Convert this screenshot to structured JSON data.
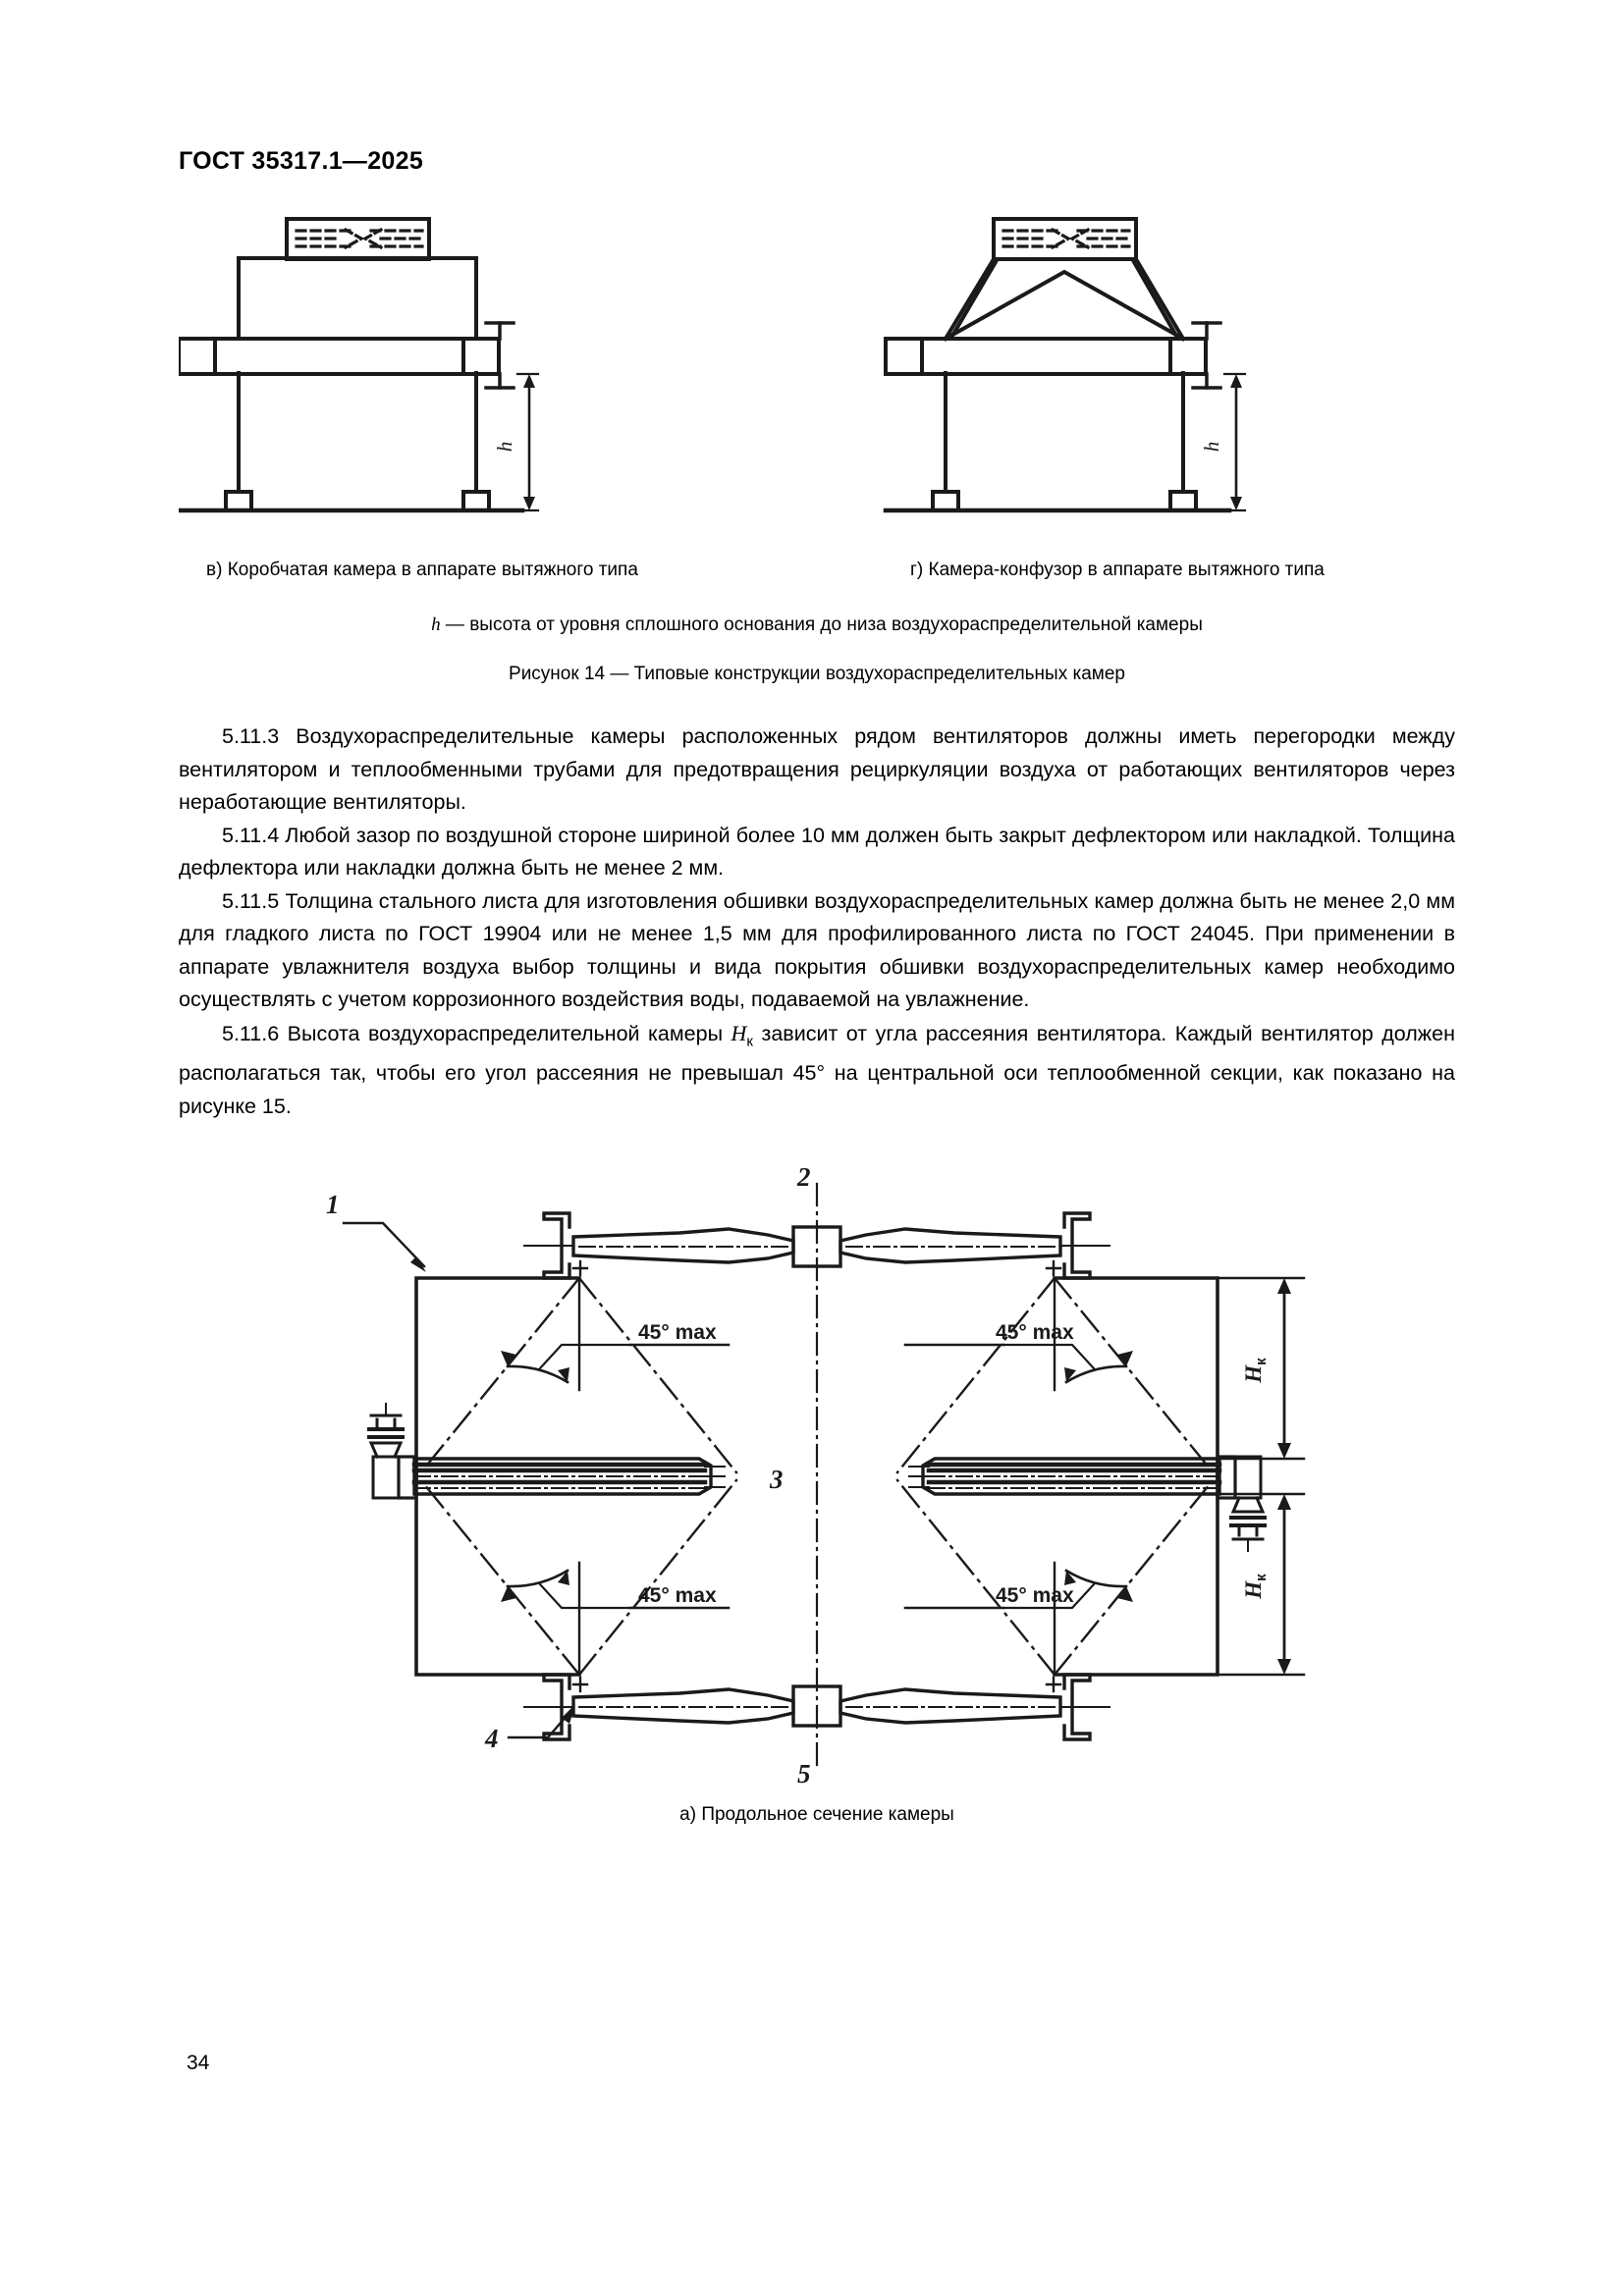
{
  "document": {
    "header": "ГОСТ 35317.1—2025",
    "page_number": "34"
  },
  "figure14": {
    "subcaption_v": "в) Коробчатая камера в аппарате вытяжного типа",
    "subcaption_g": "г) Камера-конфузор в аппарате вытяжного типа",
    "legend": " — высота от уровня сплошного основания до низа воздухораспределительной камеры",
    "legend_symbol": "h",
    "caption": "Рисунок 14 — Типовые конструкции воздухораспределительных камер",
    "dim_label": "h"
  },
  "paragraphs": {
    "p5113": "5.11.3 Воздухораспределительные камеры расположенных рядом вентиляторов должны иметь перегородки между вентилятором и теплообменными трубами для предотвращения рециркуляции воздуха от работающих вентиляторов через неработающие вентиляторы.",
    "p5114": "5.11.4 Любой зазор по воздушной стороне шириной более 10 мм должен быть закрыт дефлектором или накладкой. Толщина дефлектора или накладки должна быть не менее 2 мм.",
    "p5115": "5.11.5 Толщина стального листа для изготовления обшивки воздухораспределительных камер должна быть не менее 2,0 мм для гладкого листа по ГОСТ 19904 или не менее 1,5 мм для профилированного листа по ГОСТ 24045. При применении в аппарате увлажнителя воздуха выбор толщины и вида покрытия обшивки воздухораспределительных камер необходимо осуществлять с учетом коррозионного воздействия воды, подаваемой на увлажнение.",
    "p5116_a": "5.11.6 Высота воздухораспределительной камеры ",
    "p5116_sym": "H",
    "p5116_sub": "к",
    "p5116_b": " зависит от угла рассеяния вентилятора. Каждый вентилятор должен располагаться так, чтобы его угол рассеяния не превышал 45° на центральной оси теплообменной секции, как показано на рисунке 15."
  },
  "figure15": {
    "caption": "а) Продольное сечение камеры",
    "callouts": {
      "one": "1",
      "two": "2",
      "three": "3",
      "four": "4",
      "five": "5"
    },
    "angle_labels": [
      "45° max",
      "45° max",
      "45° max",
      "45° max"
    ],
    "height_labels": [
      "Hк",
      "Hк"
    ],
    "height_symbol": "H",
    "height_subscript": "к"
  },
  "colors": {
    "ink": "#1a1a1a",
    "paper": "#ffffff"
  }
}
